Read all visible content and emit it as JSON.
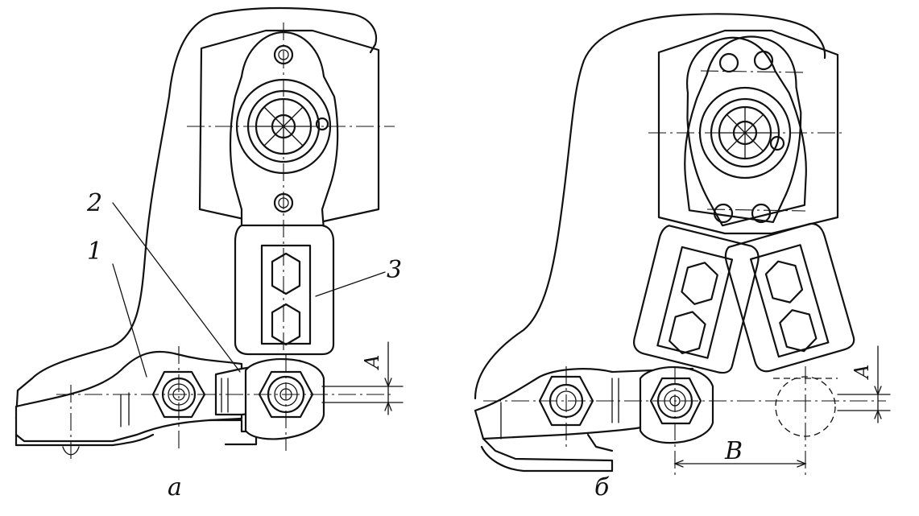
{
  "figure": {
    "view_a_label": "а",
    "view_b_label": "б",
    "callouts": {
      "part_1": "1",
      "part_2": "2",
      "part_3": "3"
    },
    "dimensions": {
      "gap_a_left": "A",
      "gap_a_right": "A",
      "offset_b": "B"
    }
  }
}
